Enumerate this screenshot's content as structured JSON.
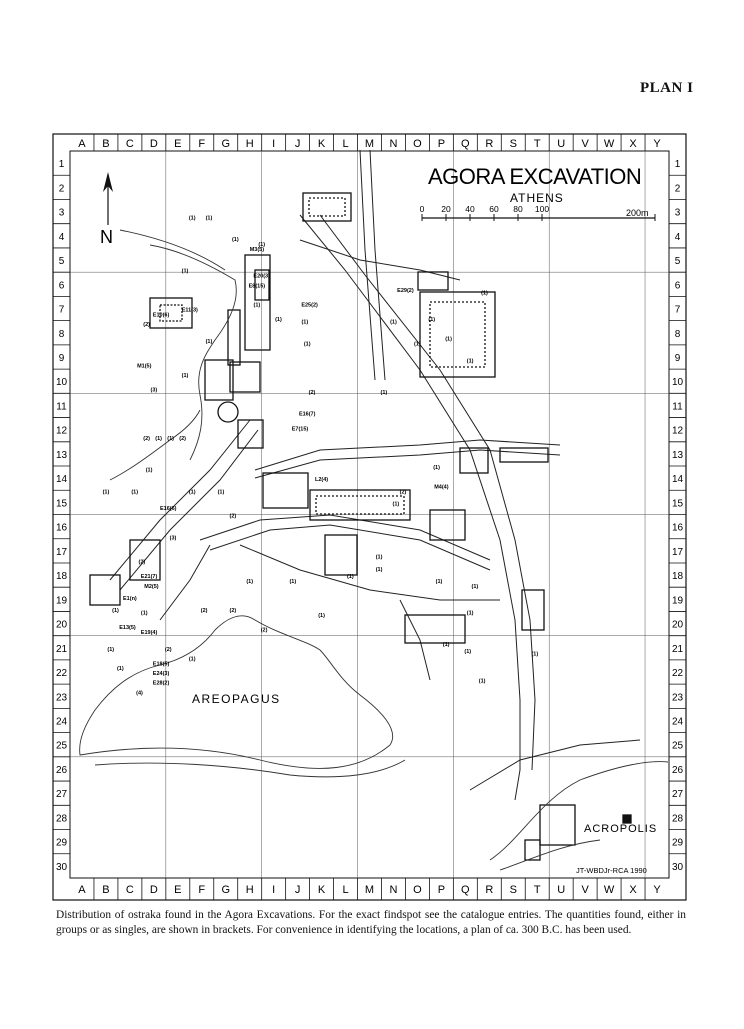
{
  "plan_label": "PLAN I",
  "map": {
    "title": "AGORA EXCAVATION",
    "subtitle": "ATHENS",
    "scale": {
      "ticks": [
        "0",
        "20",
        "40",
        "60",
        "80",
        "100"
      ],
      "end_label": "200m"
    },
    "column_labels": [
      "A",
      "B",
      "C",
      "D",
      "E",
      "F",
      "G",
      "H",
      "I",
      "J",
      "K",
      "L",
      "M",
      "N",
      "O",
      "P",
      "Q",
      "R",
      "S",
      "T",
      "U",
      "V",
      "W",
      "X",
      "Y"
    ],
    "row_labels": [
      "1",
      "2",
      "3",
      "4",
      "5",
      "6",
      "7",
      "8",
      "9",
      "10",
      "11",
      "12",
      "13",
      "14",
      "15",
      "16",
      "17",
      "18",
      "19",
      "20",
      "21",
      "22",
      "23",
      "24",
      "25",
      "26",
      "27",
      "28",
      "29",
      "30"
    ],
    "place_labels": {
      "areopagus": "AREOPAGUS",
      "acropolis": "ACROPOLIS"
    },
    "credit": "JT-WBDJr-RCA 1990",
    "north_label": "N",
    "findspots": [
      {
        "label": "E10(6)",
        "col": 4.3,
        "row": 7.2
      },
      {
        "label": "E11(3)",
        "col": 5.5,
        "row": 7.0
      },
      {
        "label": "M1(5)",
        "col": 3.6,
        "row": 9.3
      },
      {
        "label": "M3(5)",
        "col": 8.3,
        "row": 4.5
      },
      {
        "label": "E20(3)",
        "col": 8.5,
        "row": 5.6
      },
      {
        "label": "E8(15)",
        "col": 8.3,
        "row": 6.0
      },
      {
        "label": "E25(2)",
        "col": 10.5,
        "row": 6.8
      },
      {
        "label": "E29(2)",
        "col": 14.5,
        "row": 6.2
      },
      {
        "label": "E16(7)",
        "col": 10.4,
        "row": 11.3
      },
      {
        "label": "E7(15)",
        "col": 10.1,
        "row": 11.9
      },
      {
        "label": "L2(4)",
        "col": 11.0,
        "row": 14.0
      },
      {
        "label": "M4(4)",
        "col": 16.0,
        "row": 14.3
      },
      {
        "label": "E16(6)",
        "col": 4.6,
        "row": 15.2
      },
      {
        "label": "E21(7)",
        "col": 3.8,
        "row": 18.0
      },
      {
        "label": "M2(5)",
        "col": 3.9,
        "row": 18.4
      },
      {
        "label": "E1(n)",
        "col": 3.0,
        "row": 18.9
      },
      {
        "label": "E13(5)",
        "col": 2.9,
        "row": 20.1
      },
      {
        "label": "E19(4)",
        "col": 3.8,
        "row": 20.3
      },
      {
        "label": "E18(5)",
        "col": 4.3,
        "row": 21.6
      },
      {
        "label": "E24(3)",
        "col": 4.3,
        "row": 22.0
      },
      {
        "label": "E28(2)",
        "col": 4.3,
        "row": 22.4
      },
      {
        "label": "(1)",
        "col": 7.4,
        "row": 4.1
      },
      {
        "label": "(1)",
        "col": 8.5,
        "row": 4.3
      },
      {
        "label": "(1)",
        "col": 5.3,
        "row": 5.4
      },
      {
        "label": "(1)",
        "col": 5.6,
        "row": 3.2
      },
      {
        "label": "(1)",
        "col": 6.3,
        "row": 3.2
      },
      {
        "label": "(1)",
        "col": 8.3,
        "row": 6.8
      },
      {
        "label": "(1)",
        "col": 9.2,
        "row": 7.4
      },
      {
        "label": "(1)",
        "col": 10.3,
        "row": 7.5
      },
      {
        "label": "(1)",
        "col": 10.4,
        "row": 8.4
      },
      {
        "label": "(1)",
        "col": 14.0,
        "row": 7.5
      },
      {
        "label": "(1)",
        "col": 15.0,
        "row": 8.4
      },
      {
        "label": "(1)",
        "col": 16.3,
        "row": 8.2
      },
      {
        "label": "(1)",
        "col": 17.2,
        "row": 9.1
      },
      {
        "label": "(1)",
        "col": 17.8,
        "row": 6.3
      },
      {
        "label": "(1)",
        "col": 15.6,
        "row": 7.4
      },
      {
        "label": "(1)",
        "col": 13.6,
        "row": 10.4
      },
      {
        "label": "(2)",
        "col": 10.6,
        "row": 10.4
      },
      {
        "label": "(3)",
        "col": 4.0,
        "row": 10.3
      },
      {
        "label": "(1)",
        "col": 5.3,
        "row": 9.7
      },
      {
        "label": "(1)",
        "col": 6.3,
        "row": 8.3
      },
      {
        "label": "(2)",
        "col": 3.7,
        "row": 7.6
      },
      {
        "label": "(2)",
        "col": 3.7,
        "row": 12.3
      },
      {
        "label": "(1)",
        "col": 4.2,
        "row": 12.3
      },
      {
        "label": "(1)",
        "col": 4.7,
        "row": 12.3
      },
      {
        "label": "(2)",
        "col": 5.2,
        "row": 12.3
      },
      {
        "label": "(1)",
        "col": 3.8,
        "row": 13.6
      },
      {
        "label": "(1)",
        "col": 2.0,
        "row": 14.5
      },
      {
        "label": "(1)",
        "col": 3.2,
        "row": 14.5
      },
      {
        "label": "(1)",
        "col": 5.6,
        "row": 14.5
      },
      {
        "label": "(1)",
        "col": 6.8,
        "row": 14.5
      },
      {
        "label": "(2)",
        "col": 7.3,
        "row": 15.5
      },
      {
        "label": "(3)",
        "col": 4.8,
        "row": 16.4
      },
      {
        "label": "(2)",
        "col": 3.5,
        "row": 17.4
      },
      {
        "label": "(1)",
        "col": 8.0,
        "row": 18.2
      },
      {
        "label": "(1)",
        "col": 2.4,
        "row": 19.4
      },
      {
        "label": "(1)",
        "col": 3.6,
        "row": 19.5
      },
      {
        "label": "(2)",
        "col": 6.1,
        "row": 19.4
      },
      {
        "label": "(2)",
        "col": 7.3,
        "row": 19.4
      },
      {
        "label": "(2)",
        "col": 8.6,
        "row": 20.2
      },
      {
        "label": "(1)",
        "col": 9.8,
        "row": 18.2
      },
      {
        "label": "(1)",
        "col": 11.0,
        "row": 19.6
      },
      {
        "label": "(1)",
        "col": 2.2,
        "row": 21.0
      },
      {
        "label": "(2)",
        "col": 4.6,
        "row": 21.0
      },
      {
        "label": "(1)",
        "col": 5.6,
        "row": 21.4
      },
      {
        "label": "(1)",
        "col": 2.6,
        "row": 21.8
      },
      {
        "label": "(4)",
        "col": 3.4,
        "row": 22.8
      },
      {
        "label": "(1)",
        "col": 15.8,
        "row": 13.5
      },
      {
        "label": "(2)",
        "col": 14.4,
        "row": 14.5
      },
      {
        "label": "(1)",
        "col": 14.1,
        "row": 15.0
      },
      {
        "label": "(1)",
        "col": 13.4,
        "row": 17.2
      },
      {
        "label": "(1)",
        "col": 13.4,
        "row": 17.7
      },
      {
        "label": "(1)",
        "col": 12.2,
        "row": 18.0
      },
      {
        "label": "(1)",
        "col": 15.9,
        "row": 18.2
      },
      {
        "label": "(1)",
        "col": 17.4,
        "row": 18.4
      },
      {
        "label": "(1)",
        "col": 17.2,
        "row": 19.5
      },
      {
        "label": "(1)",
        "col": 19.9,
        "row": 21.2
      },
      {
        "label": "(1)",
        "col": 17.7,
        "row": 22.3
      },
      {
        "label": "(1)",
        "col": 17.1,
        "row": 21.1
      },
      {
        "label": "(1)",
        "col": 16.2,
        "row": 20.8
      }
    ]
  },
  "caption": {
    "text": "Distribution of ostraka found in the Agora Excavations. For the exact findspot see the catalogue entries. The quantities found, either in groups or as singles, are shown in brackets. For convenience in identifying the locations, a plan of ca. 300 B.C. has been used."
  },
  "colors": {
    "ink": "#111111",
    "paper": "#ffffff"
  }
}
